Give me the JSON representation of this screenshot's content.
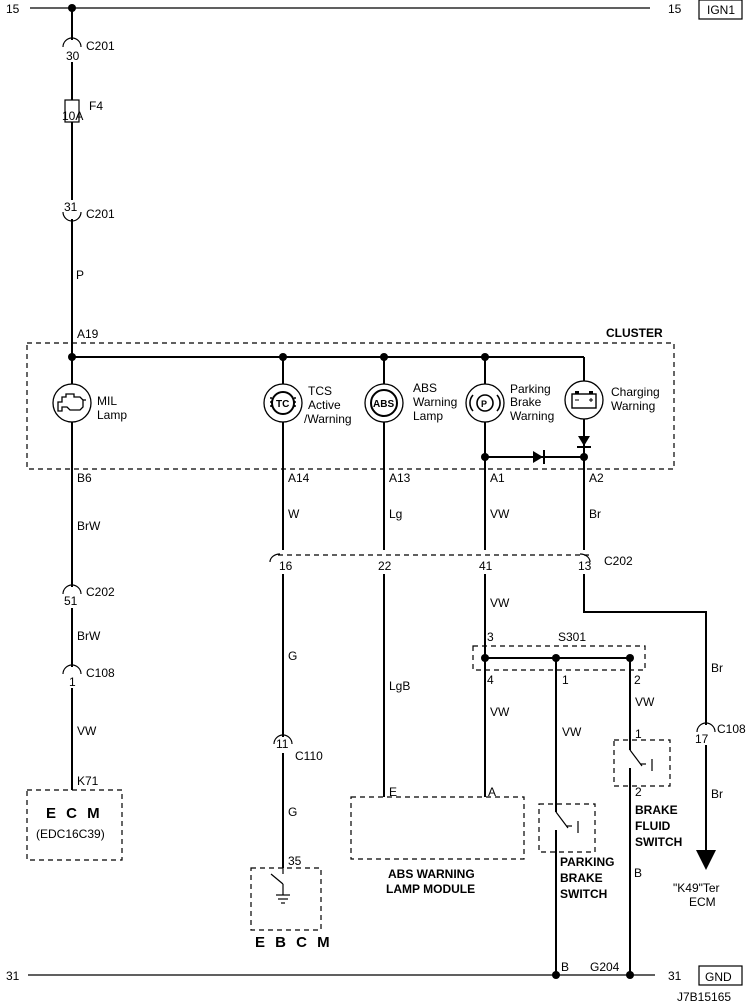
{
  "top_rail": {
    "left_num": "15",
    "right_num": "15",
    "tag": "IGN1"
  },
  "bottom_rail": {
    "left_num": "31",
    "right_num": "31",
    "tag": "GND",
    "ground_pin": "B",
    "ground_name": "G204"
  },
  "footer_code": "J7B15165",
  "feed": {
    "c201_top_pin": "30",
    "c201_name": "C201",
    "fuse_name": "F4",
    "fuse_rating": "10A",
    "c201_bottom_pin": "31",
    "wire_color": "P"
  },
  "cluster": {
    "name": "CLUSTER",
    "input_pin": "A19",
    "lamps": {
      "mil": {
        "label1": "MIL",
        "label2": "Lamp",
        "pin": "B6"
      },
      "tcs": {
        "label1": "TCS",
        "label2": "Active",
        "label3": "/Warning",
        "pin": "A14",
        "icon_text": "TC"
      },
      "abs": {
        "label1": "ABS",
        "label2": "Warning",
        "label3": "Lamp",
        "pin": "A13",
        "icon_text": "ABS"
      },
      "parking": {
        "label1": "Parking",
        "label2": "Brake",
        "label3": "Warning",
        "pin": "A1",
        "icon_text": "(P)"
      },
      "charging": {
        "label1": "Charging",
        "label2": "Warning",
        "pin": "A2"
      }
    }
  },
  "wires": {
    "mil_1": "BrW",
    "mil_2": "BrW",
    "mil_3": "VW",
    "tcs_1": "W",
    "tcs_2": "G",
    "tcs_3": "G",
    "abs_1": "Lg",
    "abs_2": "LgB",
    "park_1": "VW",
    "park_2": "VW",
    "park_3": "VW",
    "park_sw": "VW",
    "fluid_sw_top": "VW",
    "fluid_sw_bottom": "B",
    "chg_1": "Br",
    "chg_2": "Br",
    "chg_3": "Br"
  },
  "connectors": {
    "c202_name": "C202",
    "c202_mil_pin": "51",
    "c202_tcs_pin": "16",
    "c202_abs_pin": "22",
    "c202_park_pin": "41",
    "c202_chg_pin": "13",
    "c108_name": "C108",
    "c108_mil_pin": "1",
    "c108_chg_pin": "17",
    "c110_name": "C110",
    "c110_pin": "11"
  },
  "splice": {
    "name": "S301",
    "pin3": "3",
    "pin4": "4",
    "pin1": "1",
    "pin2": "2"
  },
  "ecm": {
    "pin": "K71",
    "title": "E C M",
    "subtitle": "(EDC16C39)"
  },
  "ebcm": {
    "pin": "35",
    "title": "E B C M"
  },
  "abs_module": {
    "pin_e": "E",
    "pin_a": "A",
    "line1": "ABS WARNING",
    "line2": "LAMP MODULE"
  },
  "parking_switch": {
    "line1": "PARKING",
    "line2": "BRAKE",
    "line3": "SWITCH"
  },
  "fluid_switch": {
    "pin_top": "1",
    "pin_bottom": "2",
    "line1": "BRAKE",
    "line2": "FLUID",
    "line3": "SWITCH"
  },
  "ecm_ref": {
    "line1": "\"K49\"Ter",
    "line2": "ECM"
  }
}
